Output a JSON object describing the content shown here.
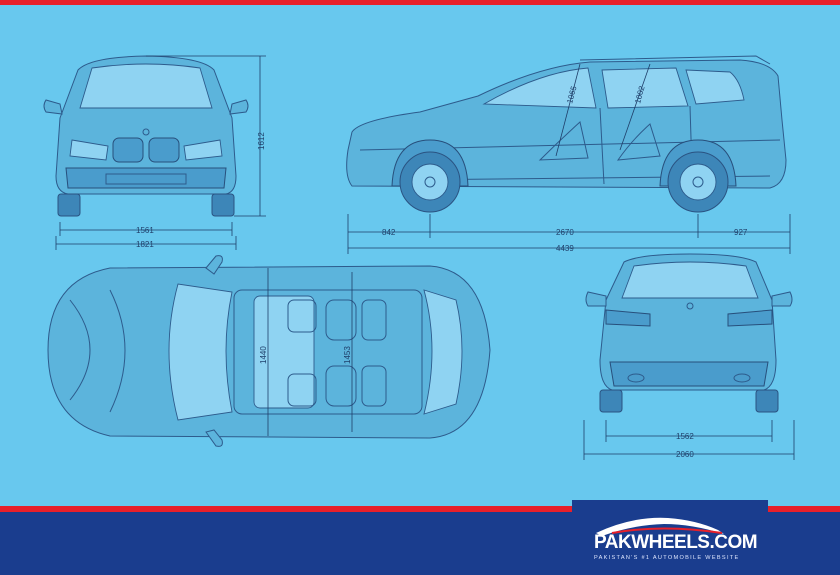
{
  "dimensions": {
    "front_height": "1612",
    "front_track": "1561",
    "width_body": "1821",
    "front_overhang": "842",
    "wheelbase": "2670",
    "rear_overhang": "927",
    "length": "4439",
    "front_headroom": "1065",
    "rear_headroom": "1002",
    "front_shoulder": "1440",
    "rear_shoulder": "1453",
    "rear_track": "1562",
    "width_mirrors": "2060"
  },
  "logo": {
    "name": "PAKWHEELS.COM",
    "tagline": "PAKISTAN'S #1 AUTOMOBILE WEBSITE"
  },
  "colors": {
    "background": "#68c8ee",
    "accent_red": "#e8202a",
    "navy": "#1a3d8e"
  }
}
